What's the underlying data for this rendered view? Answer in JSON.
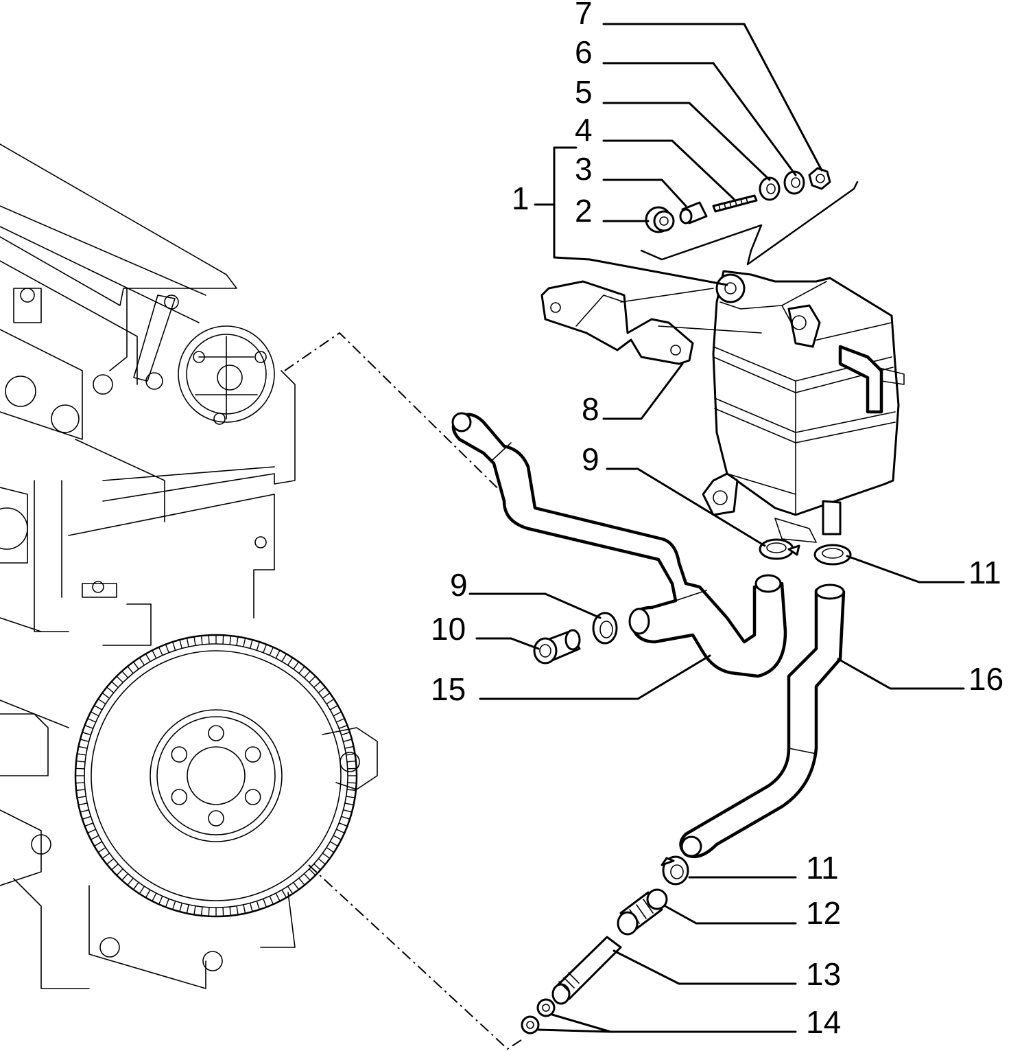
{
  "diagram": {
    "type": "exploded parts diagram",
    "callouts": [
      {
        "id": "c1",
        "number": "1"
      },
      {
        "id": "c2",
        "number": "2"
      },
      {
        "id": "c3",
        "number": "3"
      },
      {
        "id": "c4",
        "number": "4"
      },
      {
        "id": "c5",
        "number": "5"
      },
      {
        "id": "c6",
        "number": "6"
      },
      {
        "id": "c7",
        "number": "7"
      },
      {
        "id": "c8",
        "number": "8"
      },
      {
        "id": "c9a",
        "number": "9"
      },
      {
        "id": "c9b",
        "number": "9"
      },
      {
        "id": "c10",
        "number": "10"
      },
      {
        "id": "c11a",
        "number": "11"
      },
      {
        "id": "c11b",
        "number": "11"
      },
      {
        "id": "c12",
        "number": "12"
      },
      {
        "id": "c13",
        "number": "13"
      },
      {
        "id": "c14",
        "number": "14"
      },
      {
        "id": "c15",
        "number": "15"
      },
      {
        "id": "c16",
        "number": "16"
      }
    ]
  }
}
